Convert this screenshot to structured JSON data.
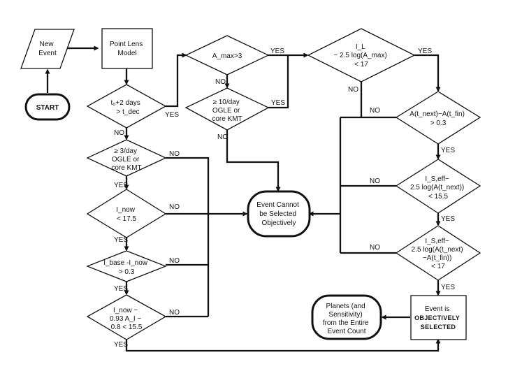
{
  "nodes": {
    "new_event": [
      "New",
      "Event"
    ],
    "point_lens": [
      "Point Lens",
      "Model"
    ],
    "start": [
      "START"
    ],
    "t0_check": [
      "t₀+2 days",
      "> t_dec"
    ],
    "amax_check": [
      "A_max>3"
    ],
    "ten_per_day": [
      "≥ 10/day",
      "OGLE or",
      "core KMT"
    ],
    "il_check": [
      "I_L",
      "− 2.5 log(A_max)",
      "< 17"
    ],
    "three_per_day": [
      "≥ 3/day",
      "OGLE or",
      "core KMT"
    ],
    "inow_check": [
      "I_now",
      "< 17.5"
    ],
    "ibase_check": [
      "I_base -I_now",
      "> 0.3"
    ],
    "inow_093": [
      "I_now −",
      "0.93 A_I −",
      "0.8 < 15.5"
    ],
    "cannot_select": [
      "Event Cannot",
      "be Selected",
      "Objectively"
    ],
    "a_next_fin": [
      "A(t_next)−A(t_fin)",
      "> 0.3"
    ],
    "ls_next": [
      "I_S,eff−",
      "2.5 log(A(t_next))",
      "< 15.5"
    ],
    "ls_next_fin": [
      "I_S,eff−",
      "2.5 log(A(t_next)",
      "−A(t_fin))",
      "< 17"
    ],
    "objectively_selected": [
      "Event is",
      "OBJECTIVELY",
      "SELECTED"
    ],
    "planets": [
      "Planets (and",
      "Sensitivity)",
      "from the Entire",
      "Event Count"
    ]
  },
  "edge_labels": {
    "yes": "YES",
    "no": "NO"
  }
}
